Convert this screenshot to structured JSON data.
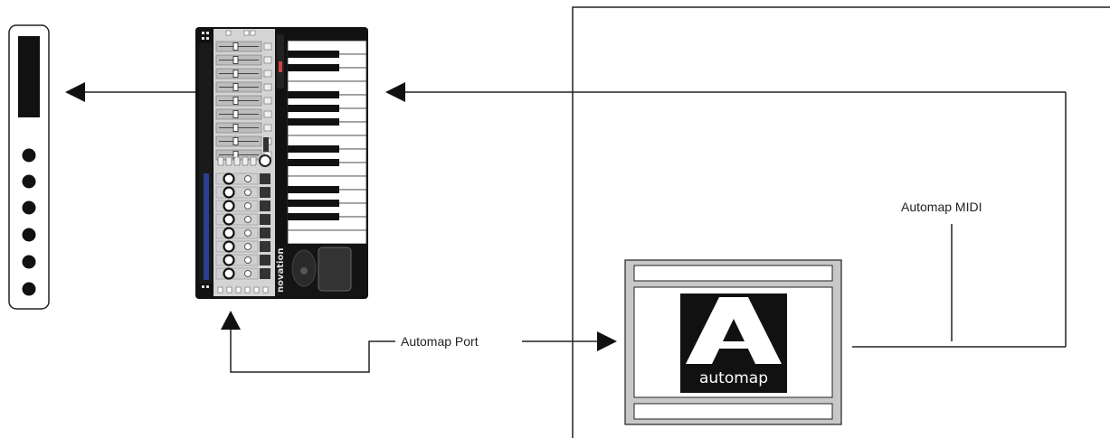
{
  "labels": {
    "automap_port": "Automap Port",
    "automap_midi": "Automap MIDI"
  },
  "controller": {
    "brand": "novation"
  },
  "software": {
    "logo_text": "automap"
  },
  "colors": {
    "line": "#222222",
    "fader_blue": "#2b3f8f",
    "logo_black": "#111111",
    "panel_grey": "#c8c8c8"
  }
}
